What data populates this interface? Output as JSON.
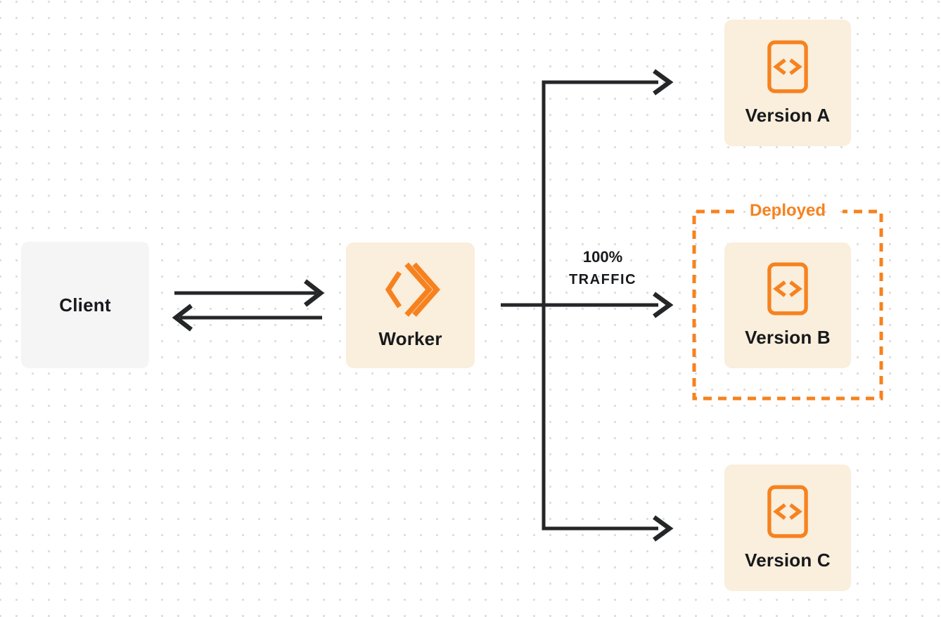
{
  "diagram": {
    "type": "traffic-routing-flow",
    "nodes": {
      "client": {
        "label": "Client"
      },
      "worker": {
        "label": "Worker",
        "icon": "worker-chevrons-icon"
      },
      "version_a": {
        "label": "Version A",
        "icon": "code-file-icon"
      },
      "version_b": {
        "label": "Version B",
        "icon": "code-file-icon"
      },
      "version_c": {
        "label": "Version C",
        "icon": "code-file-icon"
      }
    },
    "edges": {
      "client_worker": "bidirectional-arrows",
      "worker_versions": "fan-out-to-a-b-c",
      "traffic_label": {
        "line1": "100%",
        "line2": "TRAFFIC"
      }
    },
    "deployed_group": {
      "label": "Deployed",
      "contains": "version_b",
      "style": "dashed-orange-border"
    },
    "colors": {
      "accent_orange": "#F6821F",
      "node_cream": "#FAEEDC",
      "client_gray": "#F5F5F6",
      "ink_dark": "#242628",
      "text_dark": "#17191C",
      "dot_grid": "#DCDCDC",
      "background": "#FFFFFF"
    }
  }
}
